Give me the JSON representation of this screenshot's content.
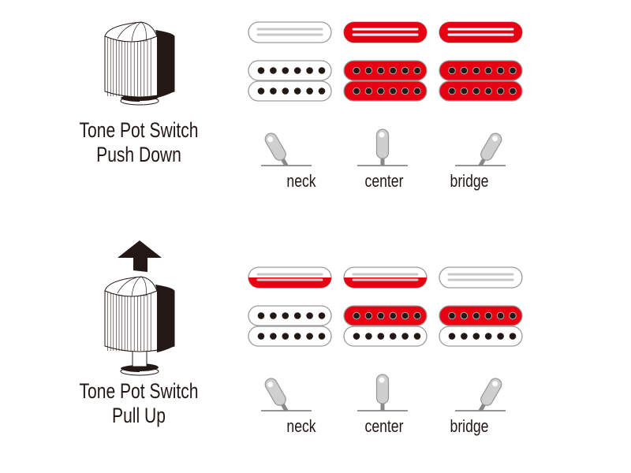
{
  "colors": {
    "red": "#e60012",
    "dark": "#231815",
    "outline": "#9a9a9a",
    "bar": "#c8c8c8"
  },
  "sections": [
    {
      "knob_state": "push-down",
      "title_lines": [
        "Tone Pot Switch",
        "Push Down"
      ],
      "positions": [
        {
          "label": "neck",
          "lever": "neck",
          "single": "off",
          "humbucker": [
            "off",
            "off"
          ]
        },
        {
          "label": "center",
          "lever": "center",
          "single": "full",
          "humbucker": [
            "on",
            "on"
          ]
        },
        {
          "label": "bridge",
          "lever": "bridge",
          "single": "full",
          "humbucker": [
            "on",
            "on"
          ]
        }
      ]
    },
    {
      "knob_state": "pull-up",
      "title_lines": [
        "Tone Pot Switch",
        "Pull Up"
      ],
      "positions": [
        {
          "label": "neck",
          "lever": "neck",
          "single": "half",
          "humbucker": [
            "off",
            "off"
          ]
        },
        {
          "label": "center",
          "lever": "center",
          "single": "half",
          "humbucker": [
            "on",
            "off"
          ]
        },
        {
          "label": "bridge",
          "lever": "bridge",
          "single": "off",
          "humbucker": [
            "on",
            "off"
          ]
        }
      ]
    }
  ]
}
